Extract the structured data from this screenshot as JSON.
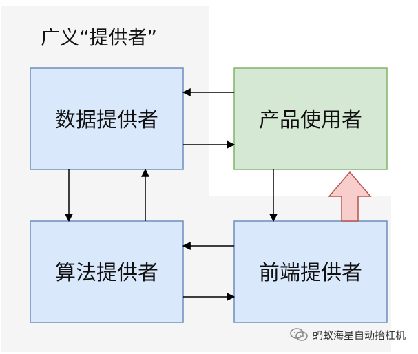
{
  "group": {
    "title": "广义“提供者”"
  },
  "nodes": {
    "data_provider": "数据提供者",
    "product_user": "产品使用者",
    "algorithm_provider": "算法提供者",
    "frontend_provider": "前端提供者"
  },
  "watermark": {
    "text": "蚂蚁海星自动抬杠机",
    "logo": "wechat-like-logo"
  },
  "colors": {
    "group_background": "#f5f5f5",
    "provider_fill": "#dae8fc",
    "provider_stroke": "#6c8ebf",
    "user_fill": "#d5e8d4",
    "user_stroke": "#82b366",
    "up_arrow_fill": "#f8cecc",
    "up_arrow_stroke": "#b85450",
    "edge": "#000000"
  }
}
